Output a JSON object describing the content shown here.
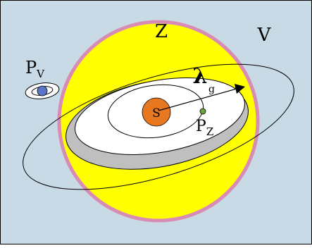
{
  "labels": {
    "zone": "Z",
    "outer_orbit": "V",
    "star": "S",
    "planet_v_base": "P",
    "planet_v_sub": "V",
    "planet_z_base": "P",
    "planet_z_sub": "Z",
    "lambda_symbol": "λ",
    "lambda_sub": "g"
  },
  "colors": {
    "background": "#c8dae6",
    "zone_fill": "#ffff00",
    "zone_stroke": "#d98cb3",
    "gray_band": "#bfbfbf",
    "inner_white": "#ffffff",
    "star": "#e8781f",
    "planet_v": "#5a74c8",
    "planet_z": "#6aa83c",
    "line": "#000000"
  }
}
